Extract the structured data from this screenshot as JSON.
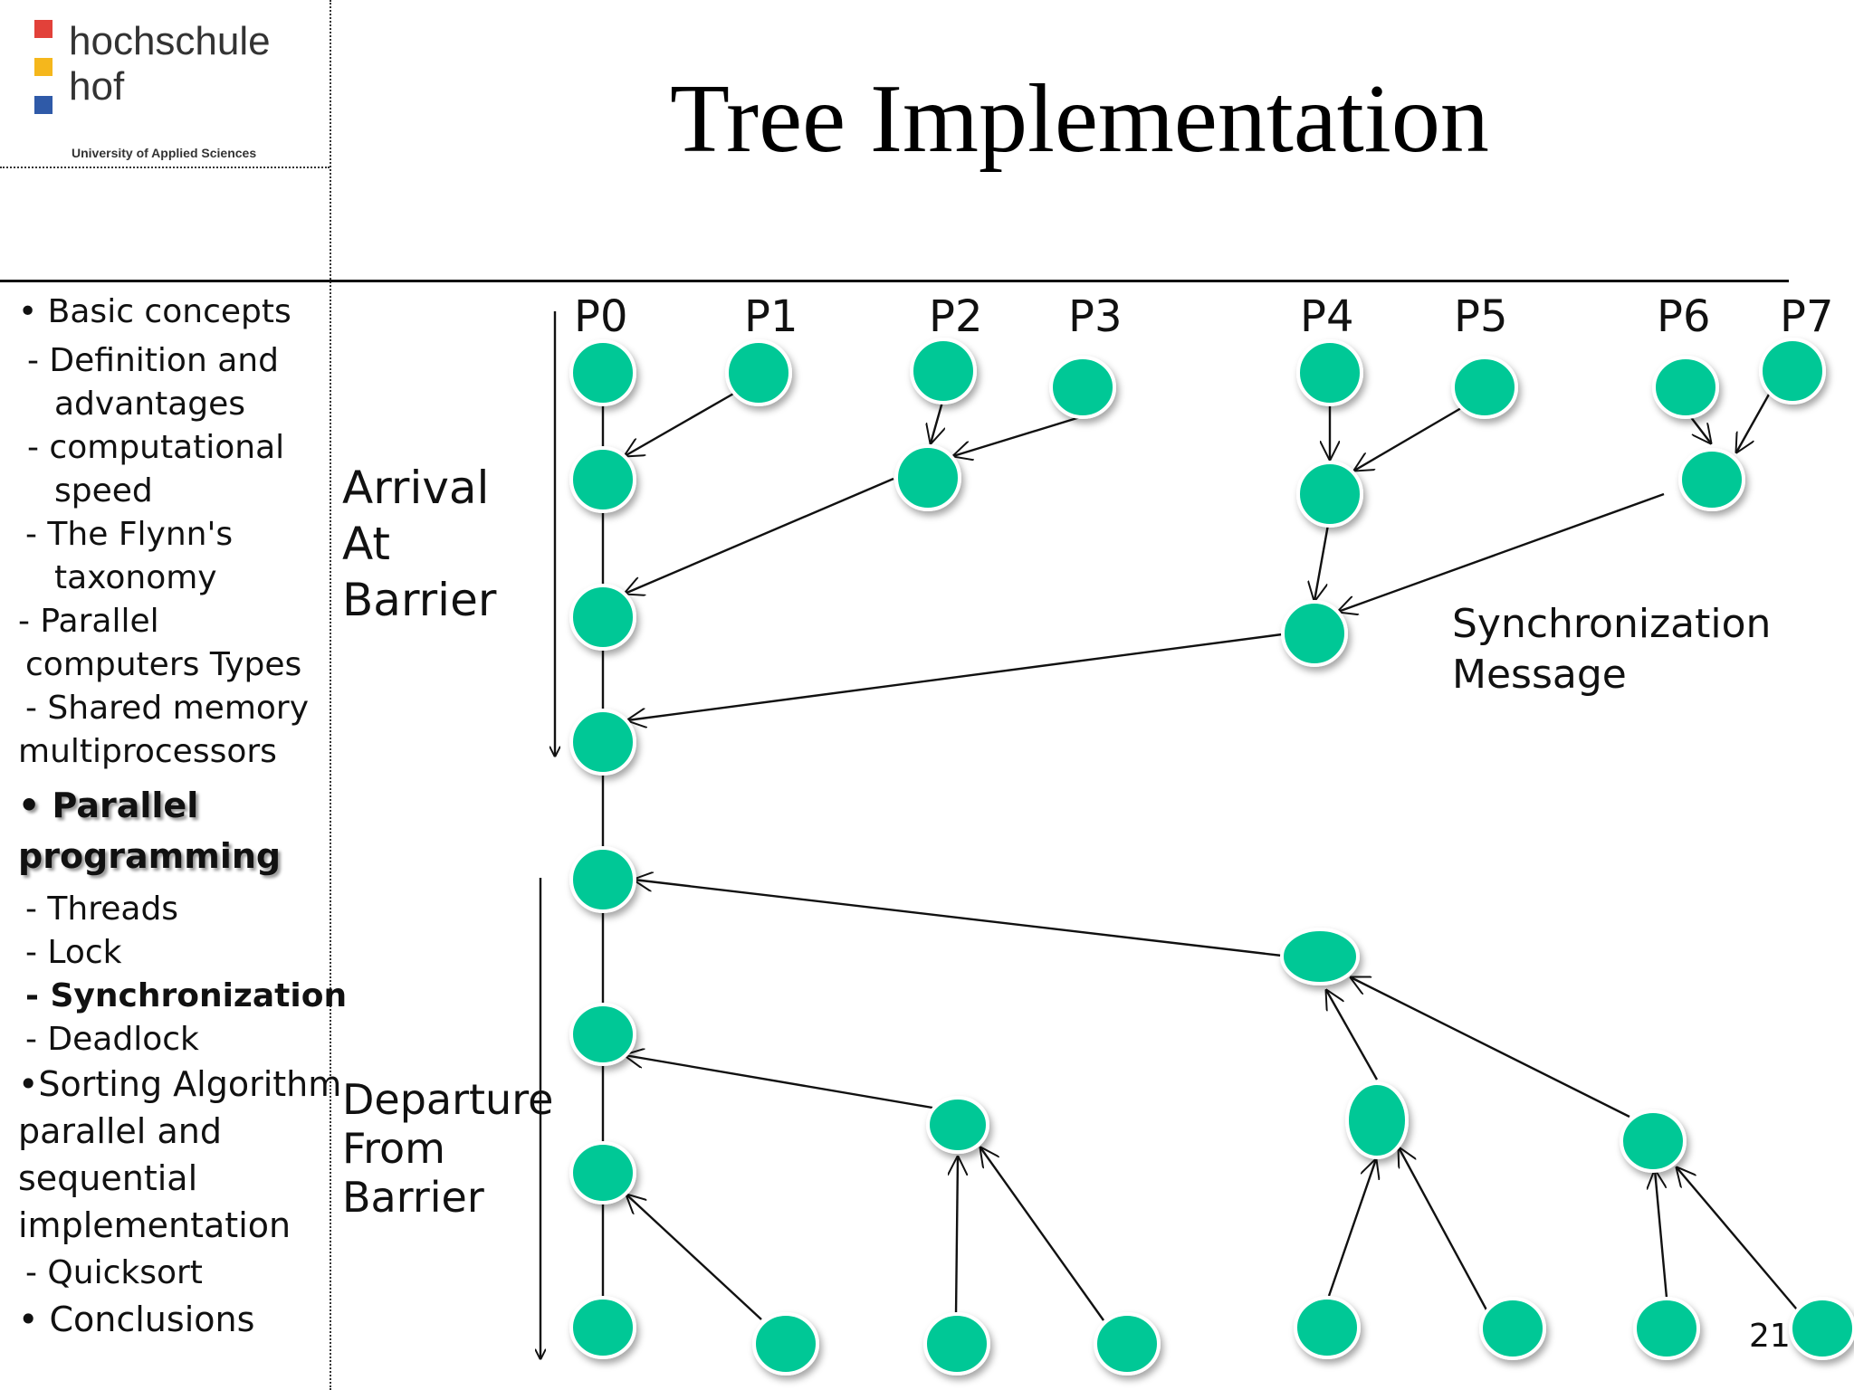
{
  "header": {
    "logo": {
      "line1": "hochschule",
      "line2": "hof",
      "tagline": "University of Applied Sciences",
      "colors": [
        "#e2413a",
        "#f5b71c",
        "#2f5aa8"
      ]
    },
    "title": "Tree Implementation"
  },
  "sidebar": {
    "items": [
      {
        "text": "• Basic concepts",
        "level": 0
      },
      {
        "text": "- Definition and",
        "level": 1
      },
      {
        "text": "advantages",
        "level": 2
      },
      {
        "text": "- computational",
        "level": 1
      },
      {
        "text": "speed",
        "level": 2
      },
      {
        "text": "- The Flynn's",
        "level": 1
      },
      {
        "text": "taxonomy",
        "level": 2
      },
      {
        "text": "- Parallel",
        "level": 1
      },
      {
        "text": "computers Types",
        "level": 1
      },
      {
        "text": "- Shared memory",
        "level": 1
      },
      {
        "text": "multiprocessors",
        "level": 0
      },
      {
        "text": "• Parallel",
        "level": 0,
        "active": true
      },
      {
        "text": "programming",
        "level": 0,
        "active": true
      },
      {
        "text": "- Threads",
        "level": 1
      },
      {
        "text": "-  Lock",
        "level": 1
      },
      {
        "text": "- Synchronization",
        "level": 1,
        "current": true
      },
      {
        "text": "- Deadlock",
        "level": 1
      },
      {
        "text": "•Sorting Algorithm",
        "level": 0
      },
      {
        "text": "parallel and",
        "level": 0
      },
      {
        "text": "sequential",
        "level": 0
      },
      {
        "text": "implementation",
        "level": 0
      },
      {
        "text": "- Quicksort",
        "level": 1
      },
      {
        "text": "• Conclusions",
        "level": 0
      }
    ]
  },
  "diagram": {
    "processes": [
      "P0",
      "P1",
      "P2",
      "P3",
      "P4",
      "P5",
      "P6",
      "P7"
    ],
    "arrival_label": "Arrival\nAt\nBarrier",
    "departure_label": "Departure\nFrom\nBarrier",
    "message_label": "Synchronization\nMessage",
    "node_color": "#00c896"
  },
  "page_number": "21"
}
